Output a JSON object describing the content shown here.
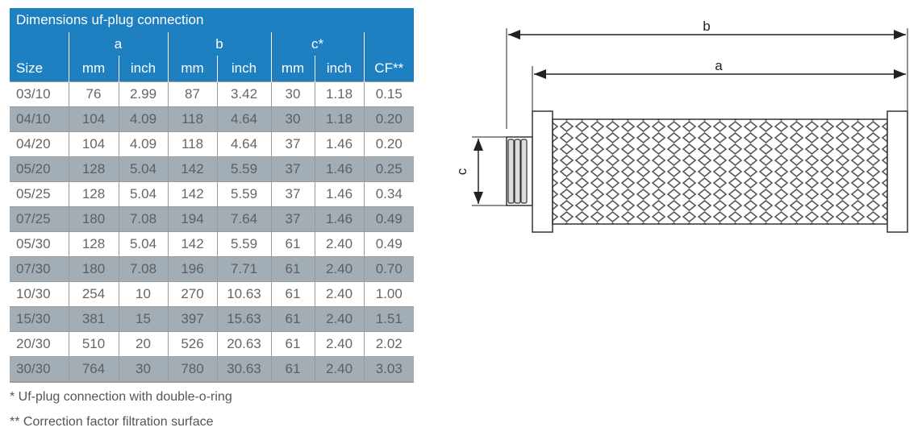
{
  "table": {
    "title": "Dimensions uf-plug connection",
    "groups": {
      "a": "a",
      "b": "b",
      "c": "c*"
    },
    "cols": {
      "size": "Size",
      "a_mm": "mm",
      "a_inch": "inch",
      "b_mm": "mm",
      "b_inch": "inch",
      "c_mm": "mm",
      "c_inch": "inch",
      "cf": "CF**"
    },
    "rows": [
      [
        "03/10",
        "76",
        "2.99",
        "87",
        "3.42",
        "30",
        "1.18",
        "0.15"
      ],
      [
        "04/10",
        "104",
        "4.09",
        "118",
        "4.64",
        "30",
        "1.18",
        "0.20"
      ],
      [
        "04/20",
        "104",
        "4.09",
        "118",
        "4.64",
        "37",
        "1.46",
        "0.20"
      ],
      [
        "05/20",
        "128",
        "5.04",
        "142",
        "5.59",
        "37",
        "1.46",
        "0.25"
      ],
      [
        "05/25",
        "128",
        "5.04",
        "142",
        "5.59",
        "37",
        "1.46",
        "0.34"
      ],
      [
        "07/25",
        "180",
        "7.08",
        "194",
        "7.64",
        "37",
        "1.46",
        "0.49"
      ],
      [
        "05/30",
        "128",
        "5.04",
        "142",
        "5.59",
        "61",
        "2.40",
        "0.49"
      ],
      [
        "07/30",
        "180",
        "7.08",
        "196",
        "7.71",
        "61",
        "2.40",
        "0.70"
      ],
      [
        "10/30",
        "254",
        "10",
        "270",
        "10.63",
        "61",
        "2.40",
        "1.00"
      ],
      [
        "15/30",
        "381",
        "15",
        "397",
        "15.63",
        "61",
        "2.40",
        "1.51"
      ],
      [
        "20/30",
        "510",
        "20",
        "526",
        "20.63",
        "61",
        "2.40",
        "2.02"
      ],
      [
        "30/30",
        "764",
        "30",
        "780",
        "30.63",
        "61",
        "2.40",
        "3.03"
      ]
    ]
  },
  "footnotes": {
    "note1": "* Uf-plug connection with double-o-ring",
    "note2": "** Correction factor filtration surface"
  },
  "diagram": {
    "label_b": "b",
    "label_a": "a",
    "label_c": "c"
  },
  "colors": {
    "header": "#1e7fc1",
    "stripe": "#a3adb6"
  }
}
